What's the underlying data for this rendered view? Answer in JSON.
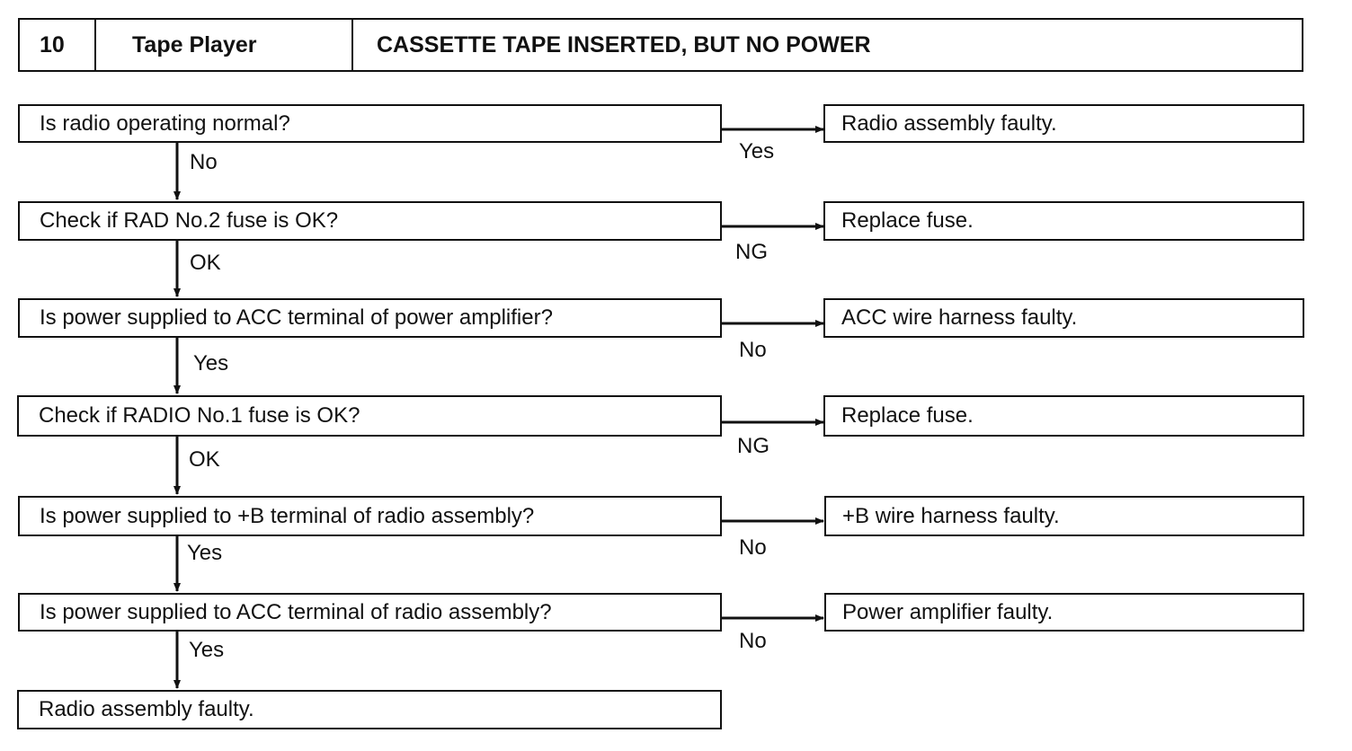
{
  "header": {
    "number": "10",
    "title": "Tape Player",
    "subject": "CASSETTE TAPE INSERTED, BUT NO POWER"
  },
  "steps": [
    {
      "question": "Is radio operating normal?",
      "side_label": "Yes",
      "side_result": "Radio assembly faulty.",
      "down_label": "No"
    },
    {
      "question": "Check if RAD No.2 fuse is OK?",
      "side_label": "NG",
      "side_result": "Replace fuse.",
      "down_label": "OK"
    },
    {
      "question": "Is power supplied to ACC terminal of power amplifier?",
      "side_label": "No",
      "side_result": "ACC wire harness faulty.",
      "down_label": "Yes"
    },
    {
      "question": "Check if RADIO No.1 fuse is OK?",
      "side_label": "NG",
      "side_result": "Replace fuse.",
      "down_label": "OK"
    },
    {
      "question": "Is power supplied to +B terminal of radio assembly?",
      "side_label": "No",
      "side_result": "+B wire harness faulty.",
      "down_label": "Yes"
    },
    {
      "question": "Is power supplied to ACC terminal of radio assembly?",
      "side_label": "No",
      "side_result": "Power amplifier faulty.",
      "down_label": "Yes"
    }
  ],
  "final_result": "Radio assembly faulty."
}
